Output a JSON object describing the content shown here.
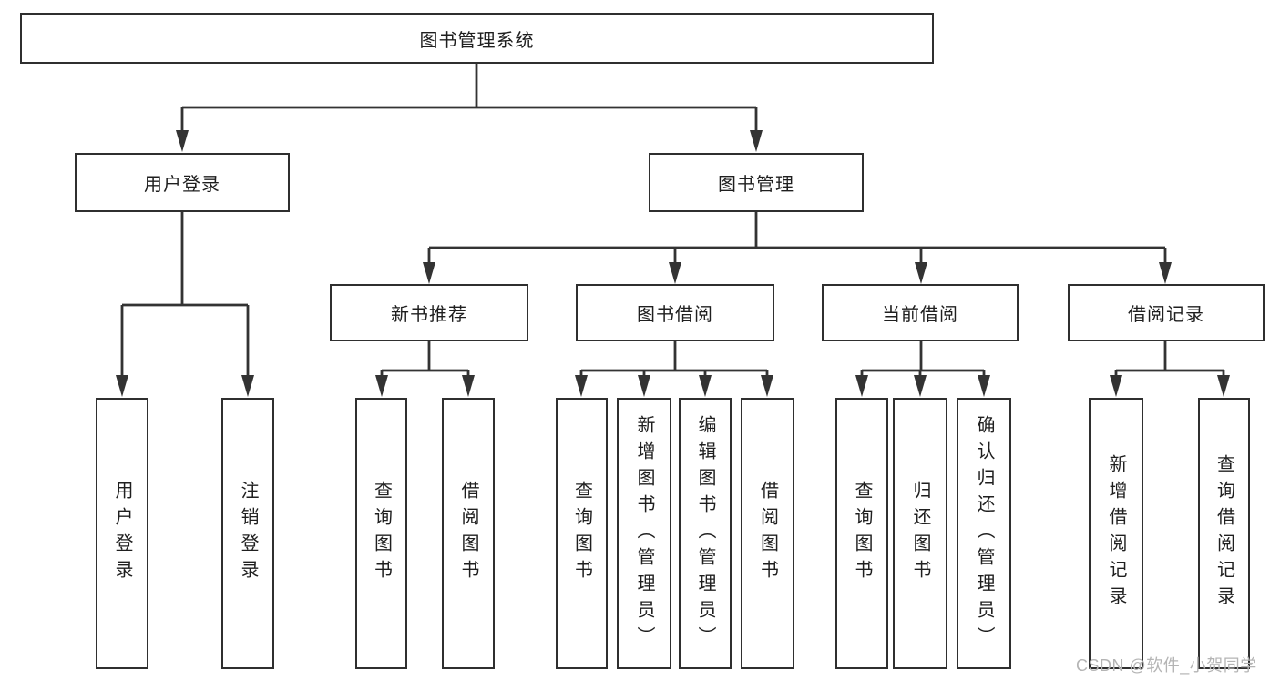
{
  "diagram": {
    "type": "hierarchy-tree",
    "colors": {
      "line": "#333333",
      "box_border": "#2f2f2f",
      "text": "#1f1f1f",
      "background": "#ffffff",
      "watermark_text": "#b4b4b4"
    },
    "tree": {
      "label": "图书管理系统",
      "children": [
        {
          "label": "用户登录",
          "children": [
            {
              "label": "用户登录"
            },
            {
              "label": "注销登录"
            }
          ]
        },
        {
          "label": "图书管理",
          "children": [
            {
              "label": "新书推荐",
              "children": [
                {
                  "label": "查询图书"
                },
                {
                  "label": "借阅图书"
                }
              ]
            },
            {
              "label": "图书借阅",
              "children": [
                {
                  "label": "查询图书"
                },
                {
                  "label": "新增图书（管理员）"
                },
                {
                  "label": "编辑图书（管理员）"
                },
                {
                  "label": "借阅图书"
                }
              ]
            },
            {
              "label": "当前借阅",
              "children": [
                {
                  "label": "查询图书"
                },
                {
                  "label": "归还图书"
                },
                {
                  "label": "确认归还（管理员）"
                }
              ]
            },
            {
              "label": "借阅记录",
              "children": [
                {
                  "label": "新增借阅记录"
                },
                {
                  "label": "查询借阅记录"
                }
              ]
            }
          ]
        }
      ]
    },
    "watermark": {
      "text": "CSDN @软件_小贺同学"
    }
  }
}
